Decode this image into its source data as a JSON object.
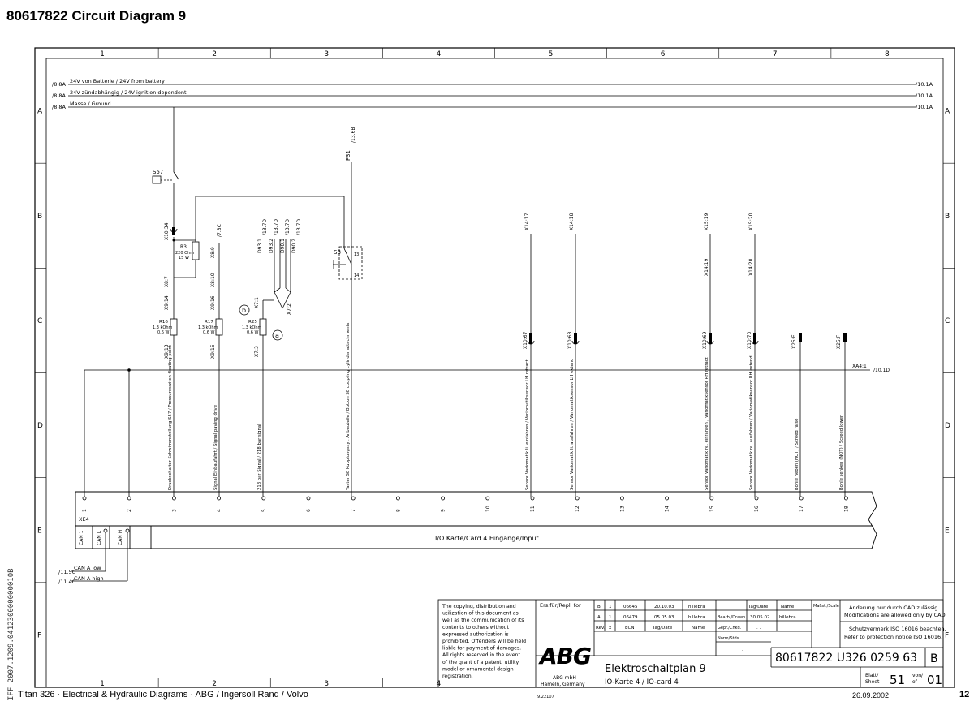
{
  "page": {
    "title": "80617822  Circuit Diagram 9",
    "footer_left": "Titan 326  ·  Electrical & Hydraulic Diagrams  ·  ABG / Ingersoll Rand / Volvo",
    "footer_date": "26.09.2002",
    "page_number": "12",
    "side_code": "IFF 2007.1209.041230000000010B"
  },
  "columns": [
    "1",
    "2",
    "3",
    "4",
    "5",
    "6",
    "7",
    "8"
  ],
  "rows": [
    "A",
    "B",
    "C",
    "D",
    "E",
    "F"
  ],
  "rails": [
    {
      "ref": "/8.8A",
      "label": "24V von Batterie / 24V from battery",
      "ref_out": "/10.1A"
    },
    {
      "ref": "/8.8A",
      "label": "24V zündabhängig / 24V ignition dependent",
      "ref_out": "/10.1A"
    },
    {
      "ref": "/8.8A",
      "label": "Masse / Ground",
      "ref_out": "/10.1A"
    }
  ],
  "components": {
    "s57": "S57",
    "x10_34": "X10:34",
    "r3_name": "R3",
    "r3_val1": "220 Ohm",
    "r3_val2": "15 W",
    "x8_7": "X8:7",
    "x8_9": "X8:9",
    "x8_9_ref": "/7.8C",
    "x8_10": "X8:10",
    "x9_14": "X9:14",
    "x9_16": "X9:16",
    "x9_13": "X9:13",
    "x9_15": "X9:15",
    "r16_name": "R16",
    "r17_name": "R17",
    "r25_name": "R25",
    "r_val1": "1,3 kOhm",
    "r_val2": "0,6 W",
    "x7_1": "X7:1",
    "x7_2": "X7:2",
    "x7_3": "X7:3",
    "d93_1": "D93.1",
    "d93_2": "D93.2",
    "d90_1": "D90.1",
    "d90_2": "D90.2",
    "ref_13_7d": "/13.7D",
    "mark_b": "b",
    "mark_a": "a",
    "f31": "F31",
    "f31_ref": "/13.6B",
    "s8": "S8",
    "s8_13": "13",
    "s8_14": "14",
    "x14_17": "X14:17",
    "x14_18": "X14:18",
    "x15_19": "X15:19",
    "x15_20": "X15:20",
    "x14_19": "X14:19",
    "x14_20": "X14:20",
    "x10_67": "X10:67",
    "x10_68": "X10:68",
    "x10_69": "X10:69",
    "x10_70": "X10:70",
    "x25_e": "X25:E",
    "x25_f": "X25:F",
    "xa4_1": "XA4:1",
    "xa4_ref": "/10.1D"
  },
  "signals": [
    {
      "label": "Druckschalter Schwimmstellung S57 / Pressureswitch floating point"
    },
    {
      "label": "Signal Einbaufahrt / Signal paving drive"
    },
    {
      "label": "218 bar Signal / 218 bar signal"
    },
    {
      "label": "Taster S8 Kupplungszyl. Anbauteile / Button S8 coupling cylinder attachments"
    },
    {
      "label": "Sensor Variomatik li. einfahren / Variomatiksensor LH retract"
    },
    {
      "label": "Sensor Variomatik li. ausfahren / Variomatiksensor LH extend"
    },
    {
      "label": "Sensor Variomatik re. einfahren / Variomatiksensor RH retract"
    },
    {
      "label": "Sensor Variomatik re. ausfahren / Variomatiksensor RH extend"
    },
    {
      "label": "Bohle heben (NOT) / Screed raise"
    },
    {
      "label": "Bohle senken (NOT) / Screed lower"
    }
  ],
  "card": {
    "pins": [
      "1",
      "2",
      "3",
      "4",
      "5",
      "6",
      "7",
      "8",
      "9",
      "10",
      "11",
      "12",
      "13",
      "14",
      "15",
      "16",
      "17",
      "18"
    ],
    "name": "XE4",
    "title": "I/O Karte/Card 4  Eingänge/Input",
    "can1": "CAN 1",
    "canl": "CAN L",
    "canh": "CAN H",
    "can_low_ref": "/11.5C",
    "can_low": "CAN A low",
    "can_high_ref": "/11.4C",
    "can_high": "CAN A high"
  },
  "title_block": {
    "copyright": [
      "The copying, distribution and",
      "utilization of this document as",
      "well as the communication of its",
      "contents to others without",
      "expressed authorization is",
      "prohibited. Offenders will be held",
      "liable for payment of damages.",
      "All rights reserved in the event",
      "of the grant of a patent, utility",
      "model or ornamental design",
      "registration."
    ],
    "ers_label": "Ers.für/Repl. for",
    "revisions": [
      {
        "rev": "B",
        "n": "1",
        "ecn": "06645",
        "date": "20.10.03",
        "name": "hillebra"
      },
      {
        "rev": "A",
        "n": "1",
        "ecn": "06479",
        "date": "05.05.03",
        "name": "hillebra"
      }
    ],
    "rev_hdr": [
      "Rev.",
      "x",
      "ECN",
      "Tag/Date",
      "Name"
    ],
    "tagdate_label": "Tag/Date",
    "name_label": "Name",
    "massst_label": "Maßst./Scale",
    "bearb_label": "Bearb./Drawn",
    "bearb_date": "30.05.02",
    "bearb_name": "hillebra",
    "gepr_label": "Gepr./Chkd.",
    "gepr_val": ". .",
    "norm_label": "Norm/Stds.",
    "dot": ".",
    "cad1": "Änderung nur durch CAD zulässig.",
    "cad2": "Modifications are allowed only by CAD.",
    "iso1": "Schutzvermerk ISO 16016 beachten.",
    "iso2": "Refer to protection notice ISO 16016.",
    "logo": "ABG",
    "company1": "ABG mbH",
    "company2": "Hameln, Germany",
    "code_small": "9.22107",
    "drawing_title": "Elektroschaltplan 9",
    "drawing_subtitle": "IO-Karte 4 / IO-card 4",
    "drawing_number": "80617822  U326 0259 63",
    "revision": "B",
    "blatt_label": "Blatt/",
    "sheet_label": "Sheet",
    "sheet": "51",
    "von_label": "von/",
    "of_label": "of",
    "total": "01"
  }
}
